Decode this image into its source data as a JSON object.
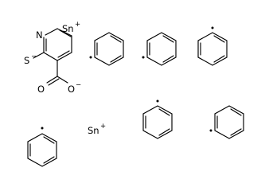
{
  "diagram": {
    "atoms": {
      "n": "N",
      "s": "S",
      "o_carbonyl": "O",
      "o_carboxylate": "O",
      "tin_top": "Sn",
      "tin_bottom": "Sn"
    },
    "charges": {
      "s": "−",
      "o_carboxylate": "−",
      "tin_top": "+",
      "tin_bottom": "+"
    },
    "phenyl_radical_count": 6,
    "bond_color": "#000000"
  }
}
